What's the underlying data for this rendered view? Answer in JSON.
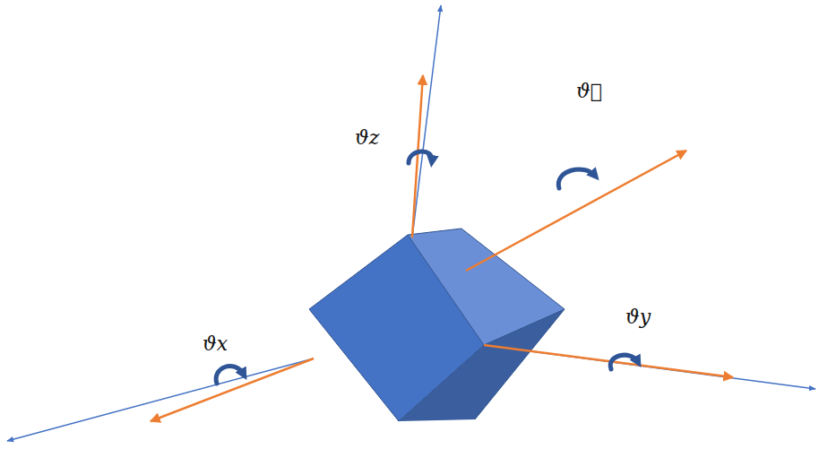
{
  "diagram": {
    "labels": [
      "ϑz",
      "ϑ⃗",
      "ϑx",
      "ϑy"
    ]
  }
}
